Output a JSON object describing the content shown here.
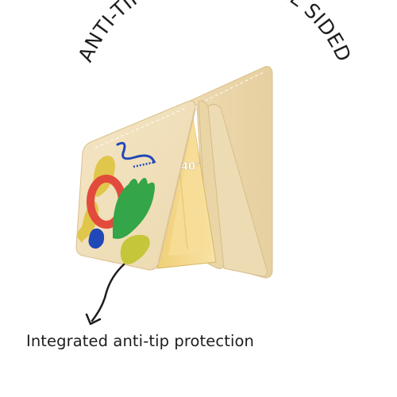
{
  "headline": {
    "part1": "ANTI-TIP SYSTEM",
    "separator": "·",
    "part2": "DUAL SIDED"
  },
  "angle_label": "40°",
  "caption": "Integrated anti-tip protection",
  "colors": {
    "board": "#f3e3c0",
    "board_shade": "#e8d2a4",
    "inner": "#f5d98a",
    "red": "#e24b3b",
    "green": "#34a548",
    "blue": "#2148b8",
    "yellow_green": "#c6c63a",
    "mustard": "#e0c64a",
    "text": "#1d1d1d"
  }
}
